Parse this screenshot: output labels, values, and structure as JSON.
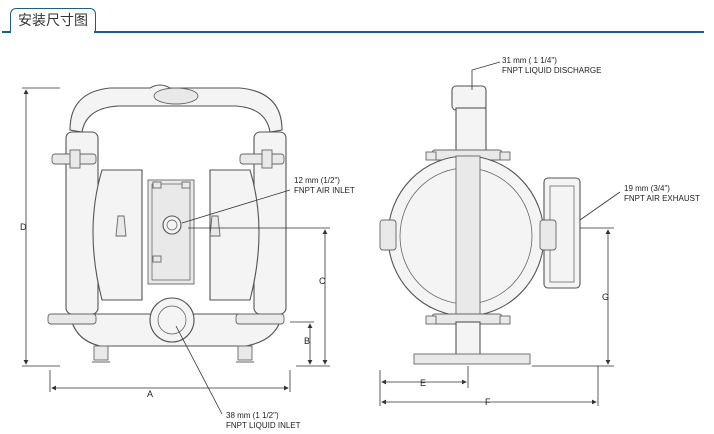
{
  "header": {
    "title": "安装尺寸图"
  },
  "callouts": {
    "air_inlet": [
      "12 mm (1/2\")",
      "FNPT AIR INLET"
    ],
    "liquid_inlet": [
      "38 mm (1 1/2\")",
      "FNPT LIQUID INLET"
    ],
    "liquid_discharge": [
      "31 mm ( 1 1/4\")",
      "FNPT LIQUID DISCHARGE"
    ],
    "air_exhaust": [
      "19 mm (3/4\")",
      "FNPT AIR EXHAUST"
    ]
  },
  "dimensions": {
    "A": "A",
    "B": "B",
    "C": "C",
    "D": "D",
    "E": "E",
    "F": "F",
    "G": "G"
  },
  "colors": {
    "accent": "#1f5d83"
  }
}
